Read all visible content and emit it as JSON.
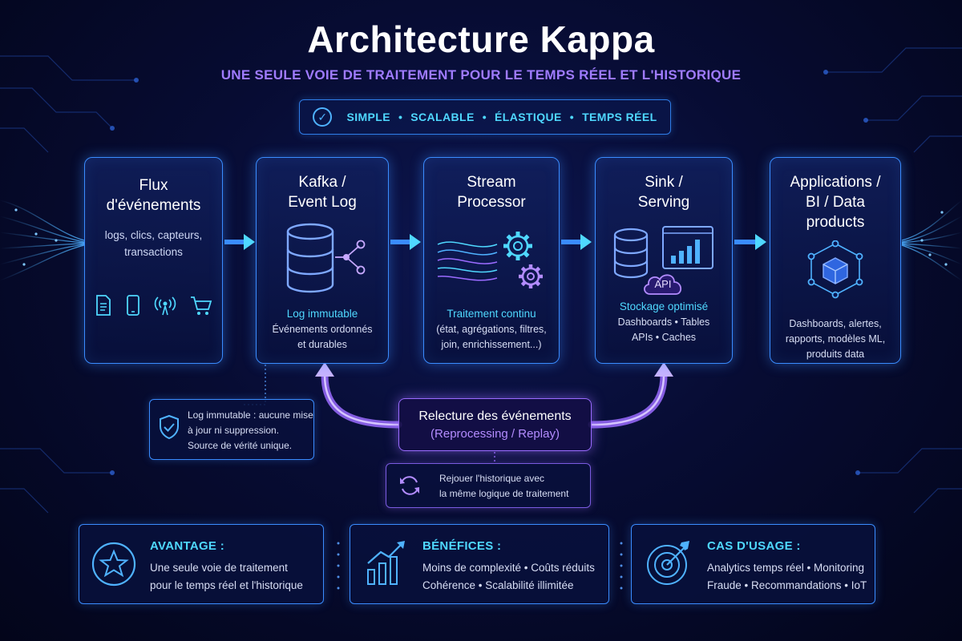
{
  "header": {
    "title": "Architecture Kappa",
    "subtitle": "UNE SEULE VOIE DE TRAITEMENT POUR LE TEMPS RÉEL ET L'HISTORIQUE",
    "tags": [
      "SIMPLE",
      "SCALABLE",
      "ÉLASTIQUE",
      "TEMPS RÉEL"
    ],
    "tag_separator": "•"
  },
  "stages": {
    "sources": {
      "title_1": "Flux",
      "title_2": "d'événements",
      "desc_1": "logs, clics, capteurs,",
      "desc_2": "transactions"
    },
    "kafka": {
      "title_1": "Kafka /",
      "title_2": "Event Log",
      "accent": "Log immutable",
      "text_1": "Événements ordonnés",
      "text_2": "et durables"
    },
    "processor": {
      "title_1": "Stream",
      "title_2": "Processor",
      "accent": "Traitement continu",
      "text_1": "(état, agrégations, filtres,",
      "text_2": "join, enrichissement...)"
    },
    "sink": {
      "title_1": "Sink /",
      "title_2": "Serving",
      "badge": "API",
      "accent": "Stockage optimisé",
      "text_1": "Dashboards  •  Tables",
      "text_2": "APIs  •  Caches"
    },
    "apps": {
      "title_1": "Applications /",
      "title_2": "BI / Data",
      "title_3": "products",
      "text_1": "Dashboards, alertes,",
      "text_2": "rapports, modèles ML,",
      "text_3": "produits data"
    }
  },
  "notes": {
    "immutable": {
      "line_1": "Log immutable : aucune mise",
      "line_2": "à jour ni suppression.",
      "line_3": "Source de vérité unique."
    },
    "replay": {
      "title": "Relecture des événements",
      "subtitle": "(Reprocessing / Replay)"
    },
    "rejouer": {
      "line_1": "Rejouer l'historique avec",
      "line_2": "la même logique de traitement"
    }
  },
  "bottom": {
    "avantage": {
      "title": "AVANTAGE :",
      "line_1": "Une seule voie de traitement",
      "line_2": "pour le temps réel et l'historique"
    },
    "benefices": {
      "title": "BÉNÉFICES :",
      "line_1": "Moins de complexité  •  Coûts réduits",
      "line_2": "Cohérence  •  Scalabilité illimitée"
    },
    "cas_usage": {
      "title": "CAS D'USAGE :",
      "line_1": "Analytics temps réel  •  Monitoring",
      "line_2": "Fraude  •  Recommandations  •  IoT"
    }
  },
  "colors": {
    "background": "#070c33",
    "border_blue": "#3a8cff",
    "accent_cyan": "#4fd8ff",
    "accent_purple": "#9a6bff",
    "subtitle_purple": "#9f7bff"
  },
  "icons": {
    "tags": "check-circle-icon",
    "sources": [
      "document-icon",
      "smartphone-icon",
      "sensor-icon",
      "cart-icon"
    ],
    "kafka": "database-network-icon",
    "processor": "gears-streams-icon",
    "sink": [
      "database-icon",
      "bar-chart-icon",
      "api-cloud-icon"
    ],
    "apps": "cube-network-icon",
    "immutable": "shield-check-icon",
    "rejouer": "refresh-icon",
    "avantage": "star-icon",
    "benefices": "growth-chart-icon",
    "cas_usage": "target-icon"
  }
}
